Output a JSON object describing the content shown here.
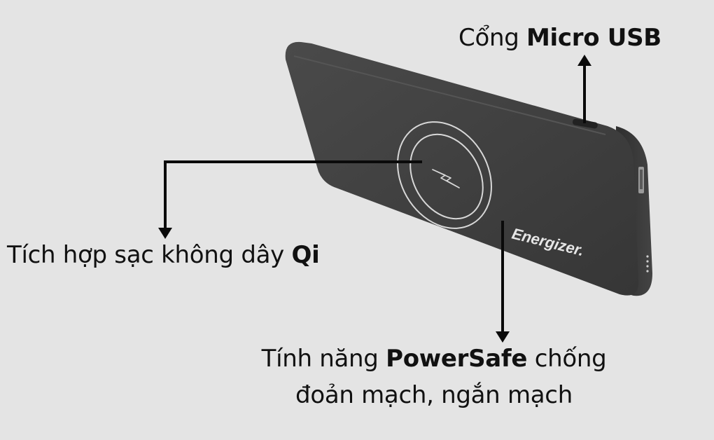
{
  "callouts": {
    "micro_usb": {
      "prefix": "Cổng ",
      "bold": "Micro USB",
      "suffix": ""
    },
    "qi": {
      "prefix": "Tích hợp sạc không dây ",
      "bold": "Qi",
      "suffix": ""
    },
    "powersafe": {
      "line1_prefix": "Tính năng ",
      "line1_bold": "PowerSafe",
      "line1_suffix": " chống",
      "line2": "đoản mạch, ngắn mạch"
    }
  },
  "product": {
    "brand": "Energizer.",
    "icon": "wireless-charging-bolt-icon",
    "body_color": "#3f3f3f",
    "ring_color": "#d8d8d8"
  },
  "colors": {
    "background": "#e4e4e4",
    "arrow": "#0a0a0a",
    "text": "#111111"
  }
}
